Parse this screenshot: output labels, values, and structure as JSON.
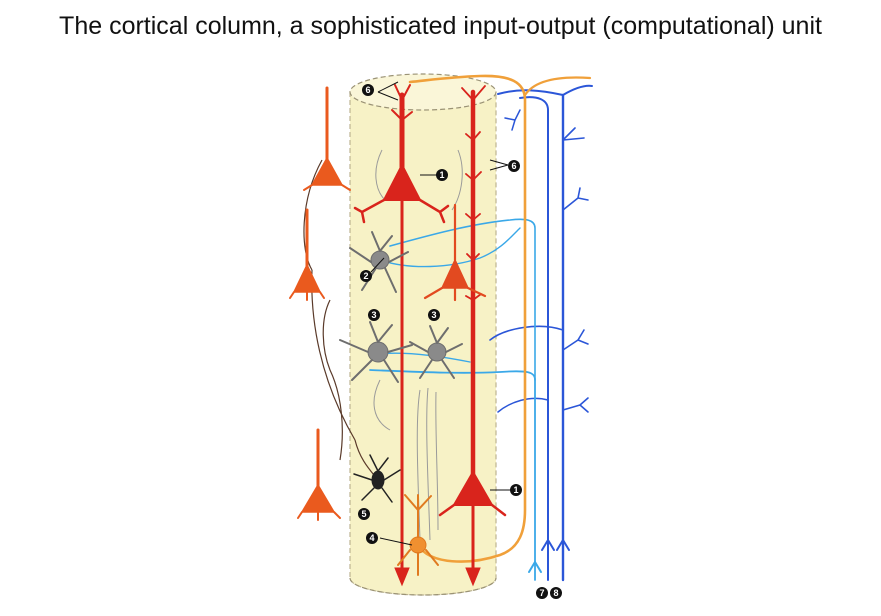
{
  "slide": {
    "title": "The cortical column, a sophisticated input-output (computational) unit"
  },
  "diagram": {
    "labels": {
      "n1_top": "1",
      "n1_bottom": "1",
      "n2": "2",
      "n3_left": "3",
      "n3_right": "3",
      "n4": "4",
      "n5": "5",
      "n6_top": "6",
      "n6_right": "6",
      "n7": "7",
      "n8": "8"
    },
    "colors": {
      "column_fill": "#f7f2c6",
      "pyramidal_red": "#d9241c",
      "pyramidal_outside": "#ea5a1e",
      "orange_axon": "#f0a03a",
      "blue_fiber": "#2b56d8",
      "cyan_fiber": "#3aa8e8",
      "stellate_gray": "#8a8a8a",
      "small_cell_dark": "#222222"
    }
  }
}
